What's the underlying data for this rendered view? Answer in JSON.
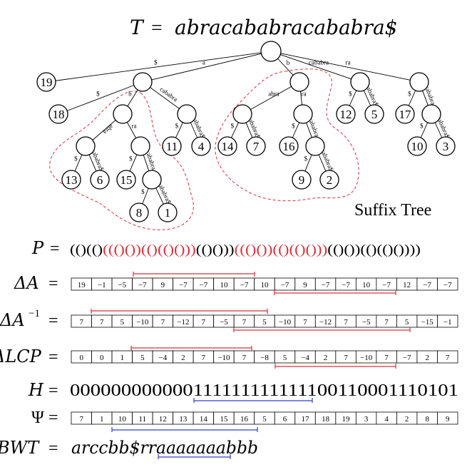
{
  "title": {
    "lhs": "T",
    "eq": "=",
    "rhs": "abracababracababra$"
  },
  "tree_label": "Suffix Tree",
  "tree": {
    "nodes": [
      {
        "id": "root",
        "label": ""
      },
      {
        "id": "L19",
        "label": "19"
      },
      {
        "id": "Na",
        "label": ""
      },
      {
        "id": "Nb",
        "label": ""
      },
      {
        "id": "Ncab",
        "label": ""
      },
      {
        "id": "Nra",
        "label": ""
      },
      {
        "id": "L18",
        "label": "18"
      },
      {
        "id": "Nab",
        "label": ""
      },
      {
        "id": "Nacab",
        "label": ""
      },
      {
        "id": "Naabra",
        "label": ""
      },
      {
        "id": "Nara",
        "label": ""
      },
      {
        "id": "L13",
        "label": "13"
      },
      {
        "id": "L6",
        "label": "6"
      },
      {
        "id": "L15",
        "label": "15"
      },
      {
        "id": "Naracab",
        "label": ""
      },
      {
        "id": "L8",
        "label": "8"
      },
      {
        "id": "L1",
        "label": "1"
      },
      {
        "id": "L11",
        "label": "11"
      },
      {
        "id": "L4",
        "label": "4"
      },
      {
        "id": "Nbabra",
        "label": ""
      },
      {
        "id": "Nbra",
        "label": ""
      },
      {
        "id": "L14",
        "label": "14"
      },
      {
        "id": "L7",
        "label": "7"
      },
      {
        "id": "L16",
        "label": "16"
      },
      {
        "id": "Nbracab",
        "label": ""
      },
      {
        "id": "L9",
        "label": "9"
      },
      {
        "id": "L2",
        "label": "2"
      },
      {
        "id": "L12",
        "label": "12"
      },
      {
        "id": "L5",
        "label": "5"
      },
      {
        "id": "L17",
        "label": "17"
      },
      {
        "id": "Nracab",
        "label": ""
      },
      {
        "id": "L10",
        "label": "10"
      },
      {
        "id": "L3",
        "label": "3"
      }
    ],
    "edges": [
      {
        "from": "root",
        "to": "L19",
        "label": "$"
      },
      {
        "from": "root",
        "to": "Na",
        "label": "a"
      },
      {
        "from": "root",
        "to": "Nb",
        "label": "b"
      },
      {
        "from": "root",
        "to": "Ncab",
        "label": "cababra"
      },
      {
        "from": "root",
        "to": "Nra",
        "label": "ra"
      },
      {
        "from": "Na",
        "to": "L18",
        "label": "$"
      },
      {
        "from": "Na",
        "to": "Nab",
        "label": "b"
      },
      {
        "from": "Na",
        "to": "Nacab",
        "label": "cababra"
      },
      {
        "from": "Nab",
        "to": "Naabra",
        "label": "abra"
      },
      {
        "from": "Nab",
        "to": "Nara",
        "label": "ra"
      },
      {
        "from": "Naabra",
        "to": "L13",
        "label": "$"
      },
      {
        "from": "Naabra",
        "to": "L6",
        "label": "cababra$"
      },
      {
        "from": "Nara",
        "to": "L15",
        "label": "$"
      },
      {
        "from": "Nara",
        "to": "Naracab",
        "label": "cababra"
      },
      {
        "from": "Naracab",
        "to": "L8",
        "label": "$"
      },
      {
        "from": "Naracab",
        "to": "L1",
        "label": "cababra$"
      },
      {
        "from": "Nacab",
        "to": "L11",
        "label": "$"
      },
      {
        "from": "Nacab",
        "to": "L4",
        "label": "cababra$"
      },
      {
        "from": "Nb",
        "to": "Nbabra",
        "label": "abra"
      },
      {
        "from": "Nb",
        "to": "Nbra",
        "label": "ra"
      },
      {
        "from": "Nbabra",
        "to": "L14",
        "label": "$"
      },
      {
        "from": "Nbabra",
        "to": "L7",
        "label": "cababra$"
      },
      {
        "from": "Nbra",
        "to": "L16",
        "label": "$"
      },
      {
        "from": "Nbra",
        "to": "Nbracab",
        "label": "cababra"
      },
      {
        "from": "Nbracab",
        "to": "L9",
        "label": "$"
      },
      {
        "from": "Nbracab",
        "to": "L2",
        "label": "cababra$"
      },
      {
        "from": "Ncab",
        "to": "L12",
        "label": "$"
      },
      {
        "from": "Ncab",
        "to": "L5",
        "label": "cababra$"
      },
      {
        "from": "Nra",
        "to": "L17",
        "label": "$"
      },
      {
        "from": "Nra",
        "to": "Nracab",
        "label": "cababra"
      },
      {
        "from": "Nracab",
        "to": "L10",
        "label": "$"
      },
      {
        "from": "Nracab",
        "to": "L3",
        "label": "cababra$"
      }
    ]
  },
  "rows": {
    "P": {
      "label": "P",
      "parts": [
        {
          "text": "(()(()",
          "color": "black"
        },
        {
          "text": "((()())(()(()()))",
          "color": "red"
        },
        {
          "text": "(()()))",
          "color": "black"
        },
        {
          "text": "((()())(()(()()))",
          "color": "red"
        },
        {
          "text": "(()())(()(()())))",
          "color": "black"
        }
      ]
    },
    "dA": {
      "label": "ΔA",
      "values": [
        "19",
        "−1",
        "−5",
        "−7",
        "9",
        "−7",
        "−7",
        "10",
        "−7",
        "10",
        "−7",
        "9",
        "−7",
        "−7",
        "10",
        "−7",
        "12",
        "−7",
        "−7"
      ]
    },
    "dAinv": {
      "label": "ΔA",
      "sup": "−1",
      "values": [
        "7",
        "7",
        "5",
        "−10",
        "7",
        "−12",
        "7",
        "−5",
        "7",
        "5",
        "−10",
        "7",
        "−12",
        "7",
        "−5",
        "7",
        "5",
        "−15",
        "−1"
      ]
    },
    "dLCP": {
      "label": "ΔLCP",
      "values": [
        "0",
        "0",
        "1",
        "5",
        "−4",
        "2",
        "7",
        "−10",
        "7",
        "−8",
        "5",
        "−4",
        "2",
        "7",
        "−10",
        "7",
        "−7",
        "2",
        "7"
      ]
    },
    "H": {
      "label": "H",
      "value": "00000000000011111111111110011000111010 1"
    },
    "Psi": {
      "label": "Ψ",
      "values": [
        "7",
        "1",
        "10",
        "11",
        "12",
        "13",
        "14",
        "15",
        "16",
        "5",
        "6",
        "17",
        "18",
        "19",
        "3",
        "4",
        "2",
        "8",
        "9"
      ]
    },
    "BWT": {
      "label": "BWT",
      "value": "arccbb$rraaaaaaabbb"
    }
  },
  "colors": {
    "red": "#d9303a",
    "blue": "#2f3fd0",
    "black": "#000000"
  }
}
